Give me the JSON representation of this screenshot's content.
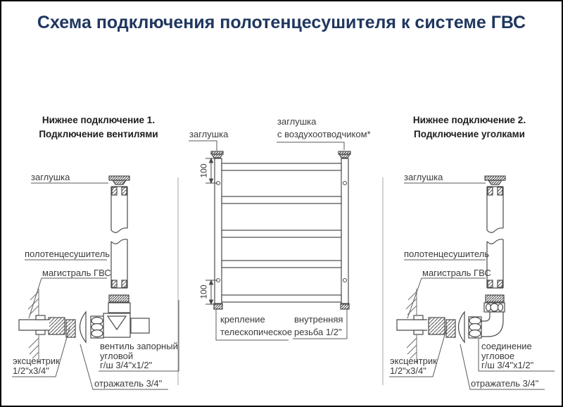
{
  "title": "Схема подключения полотенцесушителя к системе ГВС",
  "colors": {
    "title": "#20375f",
    "line": "#4a4a4a",
    "divider": "#a6a6a6",
    "label": "#3a3a3a"
  },
  "left_panel": {
    "heading_line1": "Нижнее подключение 1.",
    "heading_line2": "Подключение вентилями",
    "labels": {
      "plug": "заглушка",
      "towel_rail": "полотенцесушитель",
      "hw_main": "магистраль ГВС",
      "eccentric_l1": "эксцентрик",
      "eccentric_l2": "1/2\"х3/4\"",
      "valve_l1": "вентиль запорный",
      "valve_l2": "угловой",
      "valve_l3": "г/ш 3/4\"х1/2\"",
      "reflector": "отражатель 3/4\""
    }
  },
  "center_panel": {
    "labels": {
      "plug": "заглушка",
      "airvent_l1": "заглушка",
      "airvent_l2": "с воздухоотводчиком*",
      "dim_top": "100",
      "dim_bottom": "100",
      "mount_l1": "крепление",
      "mount_l2": "телескопическое",
      "thread_l1": "внутренняя",
      "thread_l2": "резьба 1/2\""
    }
  },
  "right_panel": {
    "heading_line1": "Нижнее подключение 2.",
    "heading_line2": "Подключение уголками",
    "labels": {
      "plug": "заглушка",
      "towel_rail": "полотенцесушитель",
      "hw_main": "магистраль ГВС",
      "eccentric_l1": "эксцентрик",
      "eccentric_l2": "1/2\"х3/4\"",
      "elbow_l1": "соединение",
      "elbow_l2": "угловое",
      "elbow_l3": "г/ш 3/4\"х1/2\"",
      "reflector": "отражатель 3/4\""
    }
  }
}
